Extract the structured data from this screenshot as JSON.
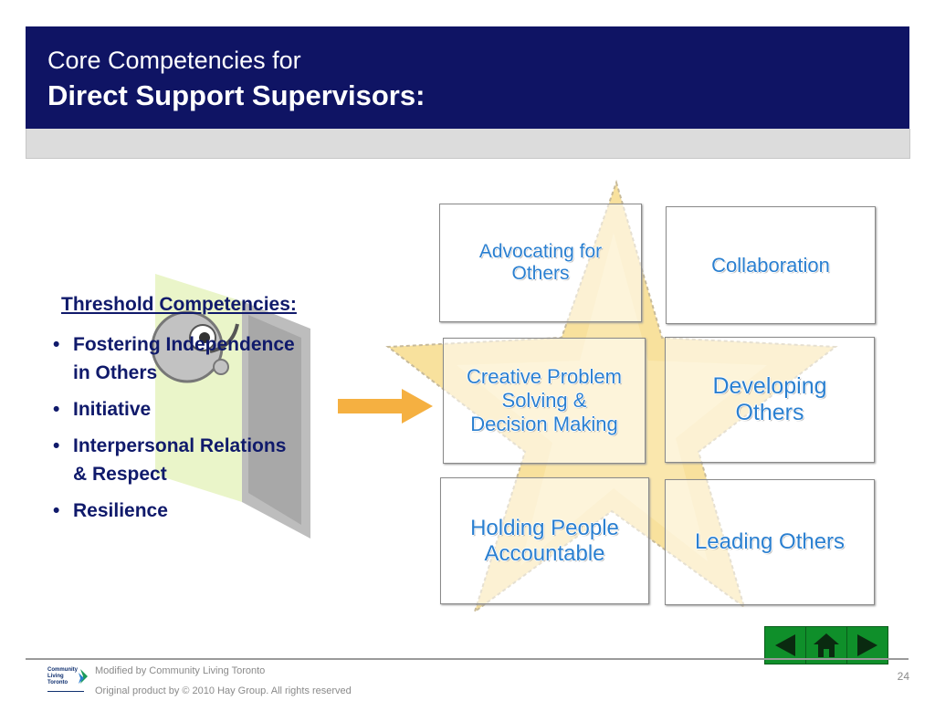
{
  "header": {
    "title_line1": "Core Competencies for",
    "title_line2": "Direct Support Supervisors:"
  },
  "threshold": {
    "heading": "Threshold Competencies:",
    "items": [
      [
        "Fostering Independence",
        "in Others"
      ],
      [
        "Initiative"
      ],
      [
        "Interpersonal Relations",
        "& Respect"
      ],
      [
        "Resilience"
      ]
    ]
  },
  "competencies": [
    [
      "Advocating for",
      "Others"
    ],
    [
      "Collaboration"
    ],
    [
      "Creative Problem",
      "Solving &",
      "Decision Making"
    ],
    [
      "Developing",
      "Others"
    ],
    [
      "Holding People",
      "Accountable"
    ],
    [
      "Leading Others"
    ]
  ],
  "footer": {
    "logo_text": [
      "Community",
      "Living",
      "Toronto"
    ],
    "modified": "Modified by Community Living Toronto",
    "original": "Original product by © 2010 Hay Group. All rights reserved",
    "page_number": "24"
  },
  "nav": {
    "prev_icon": "triangle-left-icon",
    "home_icon": "home-icon",
    "next_icon": "triangle-right-icon"
  },
  "colors": {
    "header_bg": "#0f1464",
    "bullet_text": "#101a6b",
    "box_text": "#2a7fd0",
    "star_fill": "#f7dc8c",
    "arrow": "#f5b041",
    "nav_green": "#0f8f2a"
  }
}
